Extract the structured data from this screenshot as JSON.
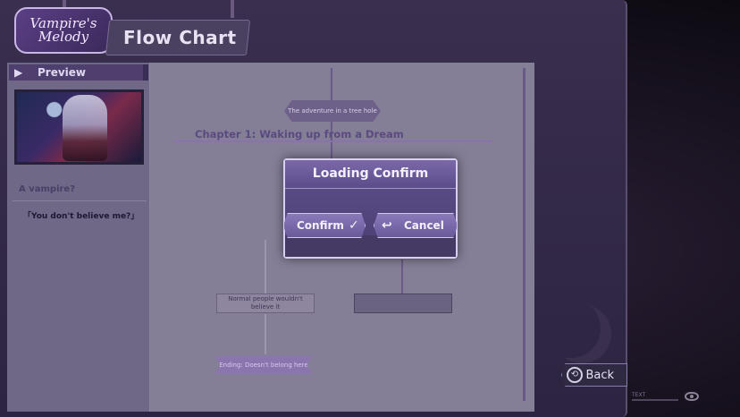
{
  "header": {
    "logo_text": "Vampire's Melody",
    "title": "Flow Chart"
  },
  "preview": {
    "label": "Preview",
    "question": "A vampire?",
    "answer": "「You don't believe me?」"
  },
  "flowchart": {
    "chapter": "Chapter 1: Waking up from a Dream",
    "nodes": [
      {
        "text": "The adventure in a tree hole"
      },
      {
        "text": "Normal people wouldn't believe it"
      },
      {
        "text": ""
      }
    ],
    "ending": "Ending: Doesn't belong here"
  },
  "modal": {
    "title": "Loading Confirm",
    "confirm_label": "Confirm",
    "cancel_label": "Cancel"
  },
  "controls": {
    "back_label": "Back",
    "text_label": "TEXT"
  },
  "colors": {
    "accent": "#5e4f8a",
    "panel": "#7b7490",
    "border": "#d9cff0"
  }
}
